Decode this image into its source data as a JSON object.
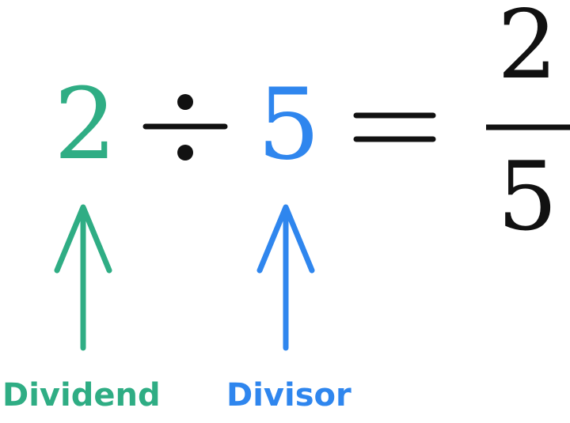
{
  "equation": {
    "dividend": "2",
    "divisor": "5",
    "numerator": "2",
    "denominator": "5"
  },
  "labels": {
    "dividend": "Dividend",
    "divisor": "Divisor"
  },
  "colors": {
    "dividend": "#2fad84",
    "divisor": "#2f86ee",
    "ink": "#111111"
  },
  "icons": {
    "operator": "division-sign",
    "equals": "equals-sign",
    "pointer": "arrow-up-icon"
  }
}
